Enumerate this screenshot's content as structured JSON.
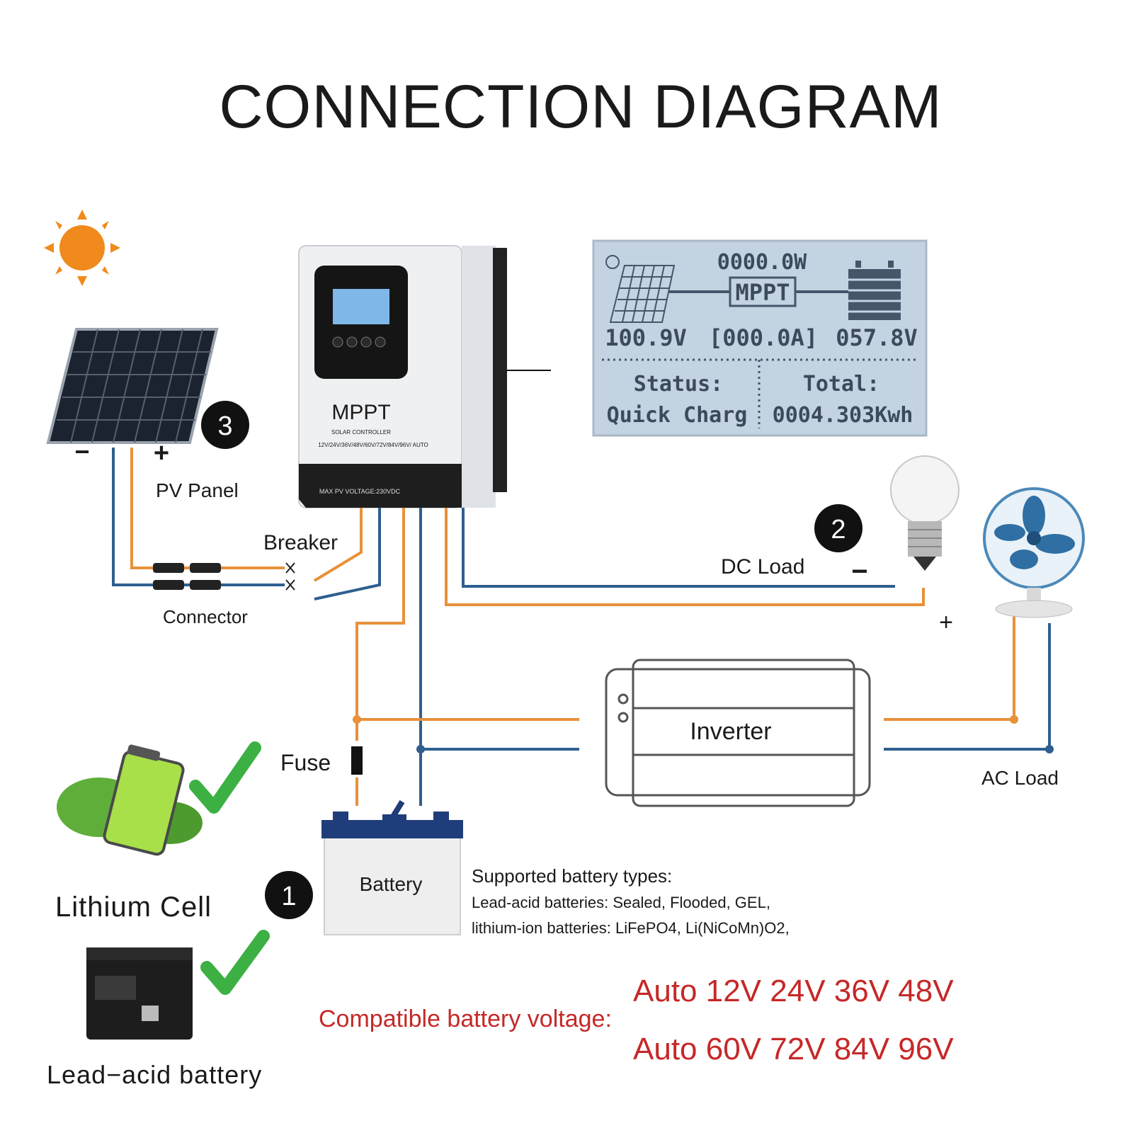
{
  "title": "CONNECTION DIAGRAM",
  "pv_panel": {
    "label": "PV Panel",
    "minus": "−",
    "plus": "+",
    "badge": "3"
  },
  "connector_label": "Connector",
  "breaker_label": "Breaker",
  "fuse_label": "Fuse",
  "controller": {
    "brand": "MPPT",
    "subtitle": "SOLAR CONTROLLER",
    "voltages": "12V/24V/36V/48V/60V/72V/84V/96V/ AUTO",
    "max_pv": "MAX PV VOLTAGE:230VDC"
  },
  "lcd": {
    "power": "0000.0W",
    "mode": "MPPT",
    "pv_voltage": "100.9V",
    "current": "[000.0A]",
    "battery_voltage": "057.8V",
    "status_label": "Status:",
    "status_value": "Quick Charg",
    "total_label": "Total:",
    "total_value": "0004.303Kwh"
  },
  "dc_load": {
    "label": "DC Load",
    "minus": "−",
    "plus": "+",
    "badge": "2"
  },
  "inverter_label": "Inverter",
  "ac_load_label": "AC Load",
  "battery": {
    "label": "Battery",
    "badge": "1"
  },
  "lithium_label": "Lithium Cell",
  "lead_acid_label": "Lead−acid battery",
  "supported": {
    "heading": "Supported battery types:",
    "line1": "Lead-acid batteries: Sealed, Flooded, GEL,",
    "line2": "lithium-ion batteries: LiFePO4, Li(NiCoMn)O2,"
  },
  "compatible": {
    "label": "Compatible battery voltage:",
    "line1": "Auto 12V 24V 36V 48V",
    "line2": "Auto 60V 72V 84V 96V"
  },
  "colors": {
    "positive_wire": "#e8913a",
    "negative_wire": "#2e5f8f",
    "accent_red": "#c62828",
    "check_green": "#3cb043",
    "sun": "#f08a1c"
  }
}
